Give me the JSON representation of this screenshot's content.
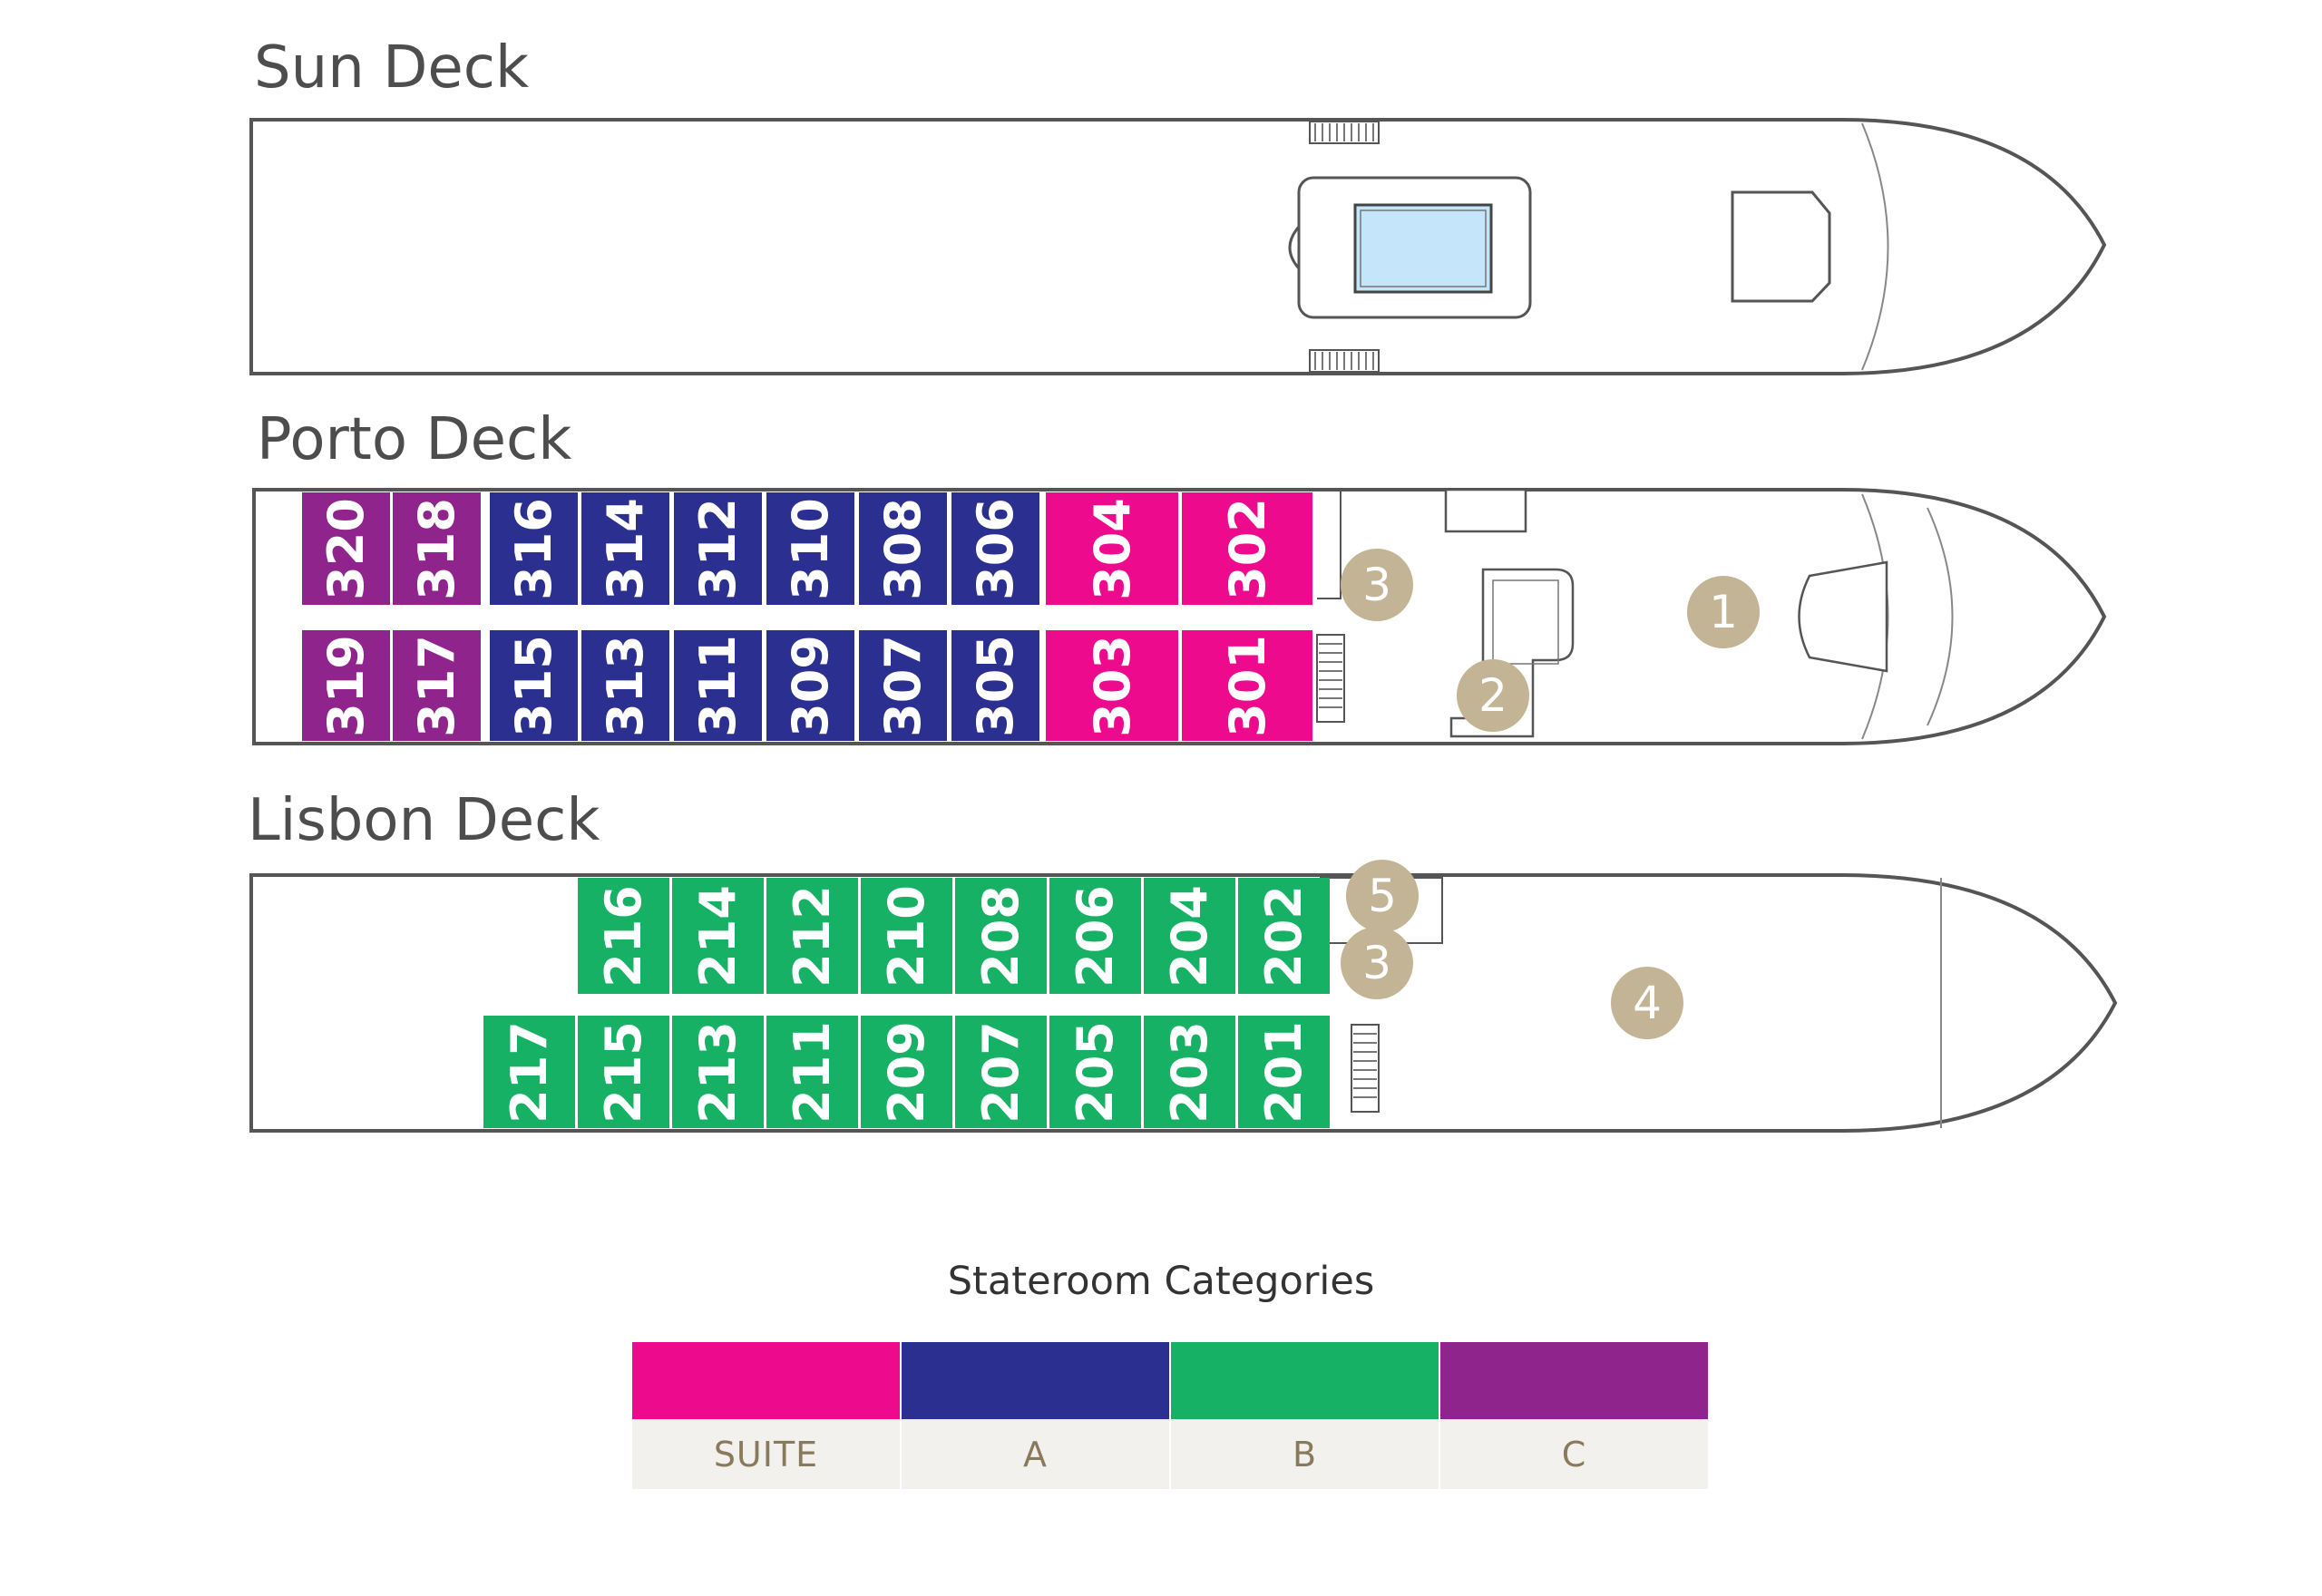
{
  "decks": [
    {
      "id": "sun",
      "title": "Sun Deck"
    },
    {
      "id": "porto",
      "title": "Porto Deck"
    },
    {
      "id": "lisbon",
      "title": "Lisbon Deck"
    }
  ],
  "colors": {
    "SUITE": "#ee0a8d",
    "A": "#2b2f8f",
    "B": "#16b164",
    "C": "#8e248c",
    "marker": "#c2b494",
    "pool": "#c5e6fa"
  },
  "porto_cabins": {
    "top": [
      {
        "number": "320",
        "category": "C"
      },
      {
        "number": "318",
        "category": "C"
      },
      {
        "number": "316",
        "category": "A"
      },
      {
        "number": "314",
        "category": "A"
      },
      {
        "number": "312",
        "category": "A"
      },
      {
        "number": "310",
        "category": "A"
      },
      {
        "number": "308",
        "category": "A"
      },
      {
        "number": "306",
        "category": "A"
      },
      {
        "number": "304",
        "category": "SUITE"
      },
      {
        "number": "302",
        "category": "SUITE"
      }
    ],
    "bottom": [
      {
        "number": "319",
        "category": "C"
      },
      {
        "number": "317",
        "category": "C"
      },
      {
        "number": "315",
        "category": "A"
      },
      {
        "number": "313",
        "category": "A"
      },
      {
        "number": "311",
        "category": "A"
      },
      {
        "number": "309",
        "category": "A"
      },
      {
        "number": "307",
        "category": "A"
      },
      {
        "number": "305",
        "category": "A"
      },
      {
        "number": "303",
        "category": "SUITE"
      },
      {
        "number": "301",
        "category": "SUITE"
      }
    ]
  },
  "lisbon_cabins": {
    "top": [
      {
        "number": "216",
        "category": "B"
      },
      {
        "number": "214",
        "category": "B"
      },
      {
        "number": "212",
        "category": "B"
      },
      {
        "number": "210",
        "category": "B"
      },
      {
        "number": "208",
        "category": "B"
      },
      {
        "number": "206",
        "category": "B"
      },
      {
        "number": "204",
        "category": "B"
      },
      {
        "number": "202",
        "category": "B"
      }
    ],
    "bottom": [
      {
        "number": "217",
        "category": "B"
      },
      {
        "number": "215",
        "category": "B"
      },
      {
        "number": "213",
        "category": "B"
      },
      {
        "number": "211",
        "category": "B"
      },
      {
        "number": "209",
        "category": "B"
      },
      {
        "number": "207",
        "category": "B"
      },
      {
        "number": "205",
        "category": "B"
      },
      {
        "number": "203",
        "category": "B"
      },
      {
        "number": "201",
        "category": "B"
      }
    ]
  },
  "markers": {
    "porto": [
      "3",
      "2",
      "1"
    ],
    "lisbon": [
      "5",
      "3",
      "4"
    ]
  },
  "legend": {
    "title": "Stateroom Categories",
    "items": [
      {
        "label": "SUITE",
        "color": "#ee0a8d"
      },
      {
        "label": "A",
        "color": "#2b2f8f"
      },
      {
        "label": "B",
        "color": "#16b164"
      },
      {
        "label": "C",
        "color": "#8e248c"
      }
    ]
  }
}
